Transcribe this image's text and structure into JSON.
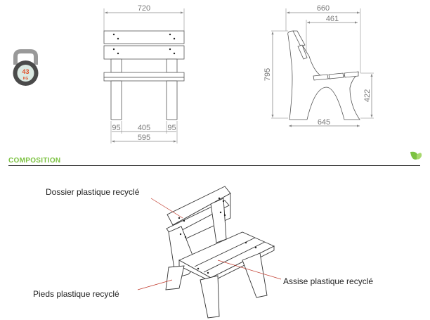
{
  "weight": {
    "value": "43",
    "unit": "KG"
  },
  "front_view": {
    "overall_width": "720",
    "leg_width_left": "95",
    "leg_spacing": "405",
    "leg_width_right": "95",
    "leg_outer_span": "595"
  },
  "side_view": {
    "overall_depth": "660",
    "seat_depth": "461",
    "overall_height": "795",
    "seat_height": "422",
    "base_depth": "645"
  },
  "section": {
    "title": "COMPOSITION"
  },
  "labels": {
    "backrest": "Dossier plastique recyclé",
    "legs": "Pieds plastique recyclé",
    "seat": "Assise plastique recyclé"
  },
  "colors": {
    "accent": "#7cc242",
    "weight_text": "#e0502a",
    "line": "#555555"
  }
}
